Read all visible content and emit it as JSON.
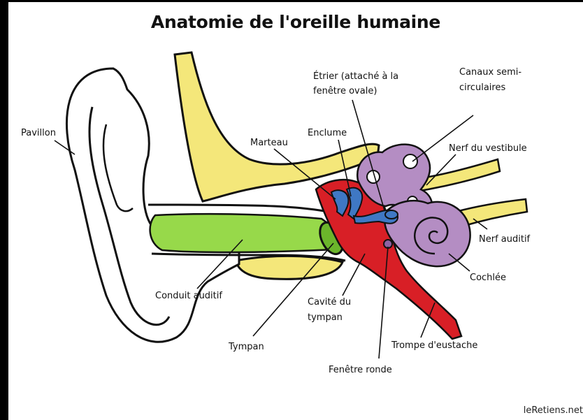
{
  "title": "Anatomie de l'oreille humaine",
  "labels": {
    "pavillon": "Pavillon",
    "marteau": "Marteau",
    "enclume": "Enclume",
    "etrier_1": "Étrier (attaché à la",
    "etrier_2": "fenêtre ovale)",
    "canaux_1": "Canaux semi-",
    "canaux_2": "circulaires",
    "nerf_vestibule": "Nerf du vestibule",
    "nerf_auditif": "Nerf auditif",
    "cochlee": "Cochlée",
    "conduit": "Conduit auditif",
    "cavite_1": "Cavité du",
    "cavite_2": "tympan",
    "tympan": "Tympan",
    "trompe": "Trompe d'eustache",
    "fenetre_ronde": "Fenêtre ronde"
  },
  "watermark": "leRetiens.net",
  "colors": {
    "bone": "#f4e77a",
    "canal": "#97d94a",
    "cavity": "#d81f26",
    "ossicles": "#3f78c4",
    "inner_ear": "#b48dc3",
    "outline": "#111111"
  }
}
